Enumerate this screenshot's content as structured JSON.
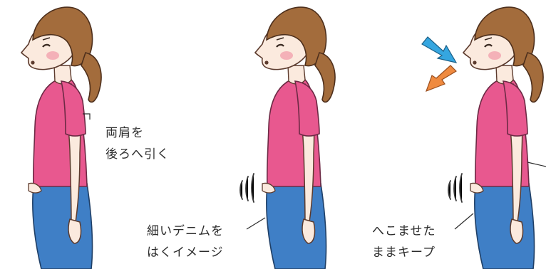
{
  "colors": {
    "shirt": "#e8588f",
    "jeans": "#3f7fc6",
    "skin": "#fbeade",
    "hair": "#a36c3c",
    "inhale_arrow": "#35a6e0",
    "exhale_arrow": "#ef8a3f"
  },
  "icons": [
    "inhale-arrow-icon",
    "exhale-arrow-icon",
    "motion-lines-icon"
  ],
  "labels": [
    {
      "line1": "両肩を",
      "line2": "後ろへ引く"
    },
    {
      "line1": "細いデニムを",
      "line2": "はくイメージ"
    },
    {
      "line1": "へこませた",
      "line2": "ままキープ"
    }
  ]
}
